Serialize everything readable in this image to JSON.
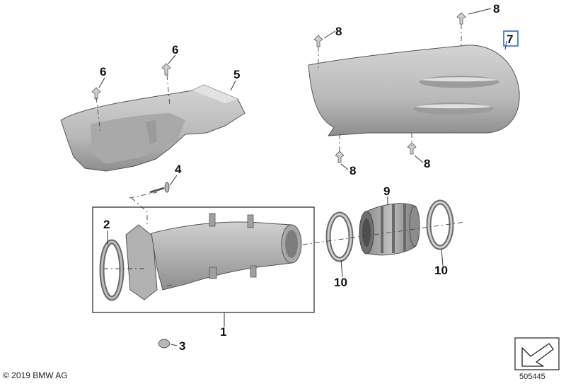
{
  "callouts": {
    "c1": "1",
    "c2": "2",
    "c3": "3",
    "c4": "4",
    "c5": "5",
    "c6a": "6",
    "c6b": "6",
    "c7": "7",
    "c8a": "8",
    "c8b": "8",
    "c8c": "8",
    "c8d": "8",
    "c9": "9",
    "c10a": "10",
    "c10b": "10"
  },
  "footer": {
    "copyright": "© 2019 BMW AG",
    "doc_number": "505445"
  },
  "colors": {
    "part_fill": "#c4c4c4",
    "part_shade": "#9a9a9a",
    "part_dark": "#6f6f6f",
    "highlight_box": "#1a5fd6"
  }
}
